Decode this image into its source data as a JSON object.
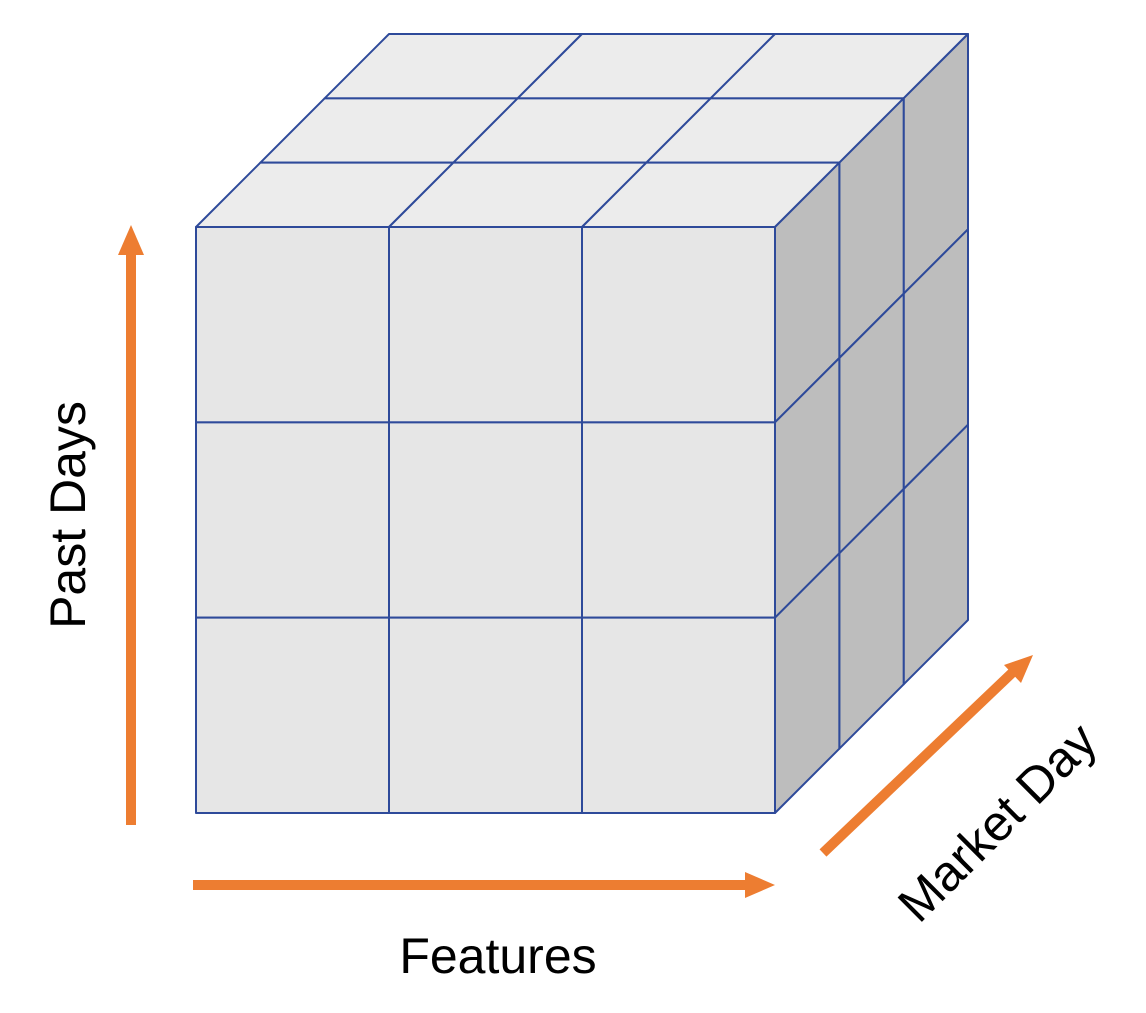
{
  "diagram": {
    "axes": {
      "vertical": {
        "label": "Past Days"
      },
      "horizontal": {
        "label": "Features"
      },
      "depth": {
        "label": "Market Day"
      }
    },
    "grid": {
      "cells_per_edge": 3
    },
    "colors": {
      "edge": "#2e4a9a",
      "front_face": "#e6e6e6",
      "top_face": "#ececec",
      "side_face": "#bdbdbd",
      "arrow": "#ed7d31"
    }
  }
}
